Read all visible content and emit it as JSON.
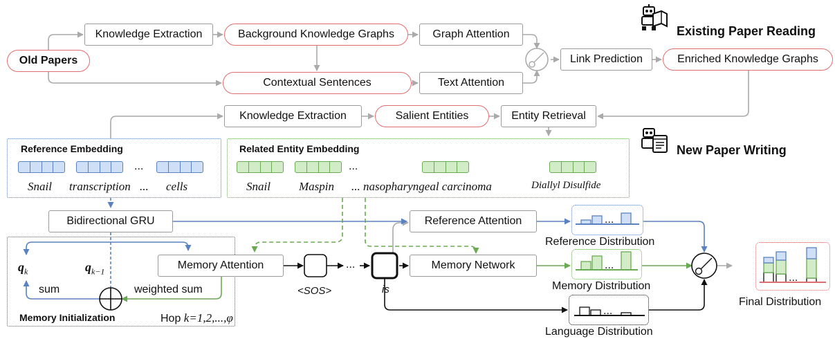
{
  "top": {
    "old_papers": "Old Papers",
    "knowledge_extraction": "Knowledge Extraction",
    "background_kg": "Background Knowledge Graphs",
    "graph_attention": "Graph Attention",
    "contextual_sentences": "Contextual Sentences",
    "text_attention": "Text Attention",
    "link_prediction": "Link Prediction",
    "enriched_kg": "Enriched Knowledge Graphs",
    "existing_title": "Existing Paper Reading"
  },
  "middle": {
    "knowledge_extraction": "Knowledge Extraction",
    "salient_entities": "Salient Entities",
    "entity_retrieval": "Entity Retrieval",
    "new_title": "New Paper Writing"
  },
  "reference": {
    "title": "Reference Embedding",
    "words": [
      "Snail",
      "transcription",
      "...",
      "cells"
    ],
    "ellipsis": "..."
  },
  "related": {
    "title": "Related Entity Embedding",
    "words": [
      "Snail",
      "Maspin",
      "... nasopharyngeal carcinoma",
      "Diallyl Disulfide"
    ],
    "ellipsis": "..."
  },
  "bottom": {
    "bigru": "Bidirectional GRU",
    "memory_attention": "Memory Attention",
    "reference_attention": "Reference Attention",
    "memory_network": "Memory Network",
    "qk": "q",
    "qk_sub": "k",
    "qk1": "q",
    "qk1_sub": "k−1",
    "sum": "sum",
    "weighted_sum": "weighted sum",
    "memory_init": "Memory Initialization",
    "hop": "Hop ",
    "hop_expr": "k=1,2,...,φ",
    "sos": "<SOS>",
    "is": "is",
    "dots": "...",
    "reference_distribution": "Reference Distribution",
    "memory_distribution": "Memory Distribution",
    "language_distribution": "Language Distribution",
    "final_distribution": "Final Distribution",
    "dist_dots": "..."
  },
  "colors": {
    "gray_line": "#aaaaaa",
    "blue": "#5a82c2",
    "green": "#6aaa52",
    "red_pill": "#e06d6d",
    "blue_fill": "#cfdff5",
    "green_fill": "#d2ecc8"
  },
  "icons": [
    "robot-reading-icon",
    "robot-writing-icon",
    "switch-gate-icon",
    "xor-sum-icon"
  ]
}
